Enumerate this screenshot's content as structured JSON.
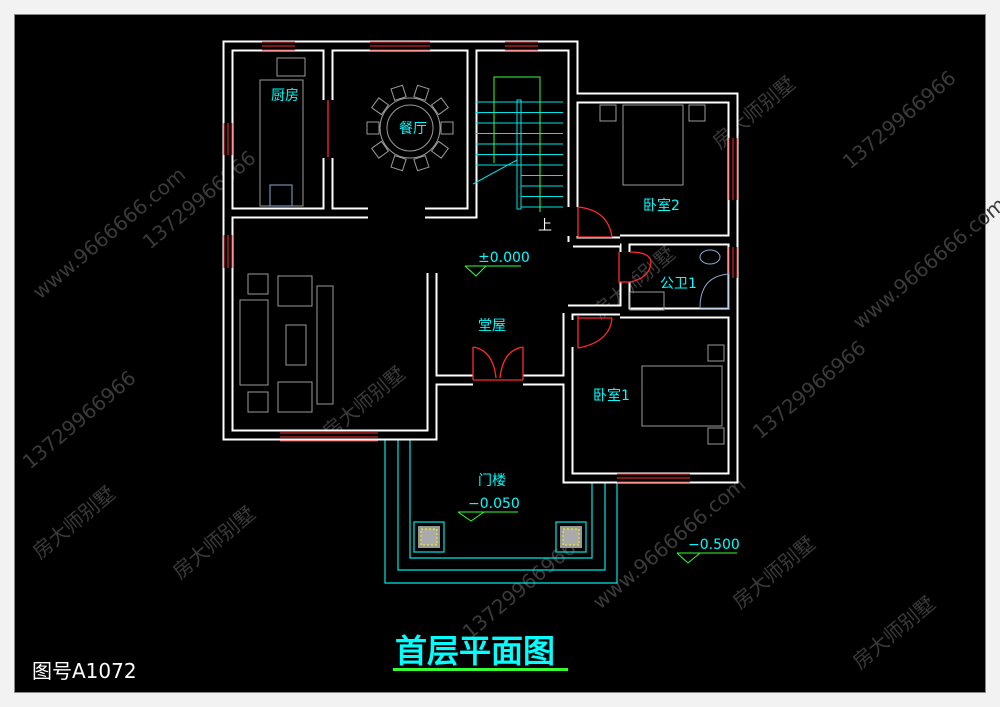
{
  "title": "首层平面图",
  "drawing_number": "图号A1072",
  "rooms": {
    "kitchen": "厨房",
    "dining": "餐厅",
    "bedroom2": "卧室2",
    "bathroom": "公卫1",
    "hall": "堂屋",
    "bedroom1": "卧室1",
    "porch": "门楼"
  },
  "stair_label": "上",
  "elevations": {
    "hall": "±0.000",
    "porch": "−0.050",
    "exterior": "−0.500"
  },
  "watermarks": [
    "房大师别墅",
    "www.9666666.com",
    "13729966966"
  ],
  "colors": {
    "wall": "#ffffff",
    "window": "#ff2a2a",
    "text": "#00ffff",
    "level": "#33ff33",
    "furniture": "#9a9a9a"
  }
}
